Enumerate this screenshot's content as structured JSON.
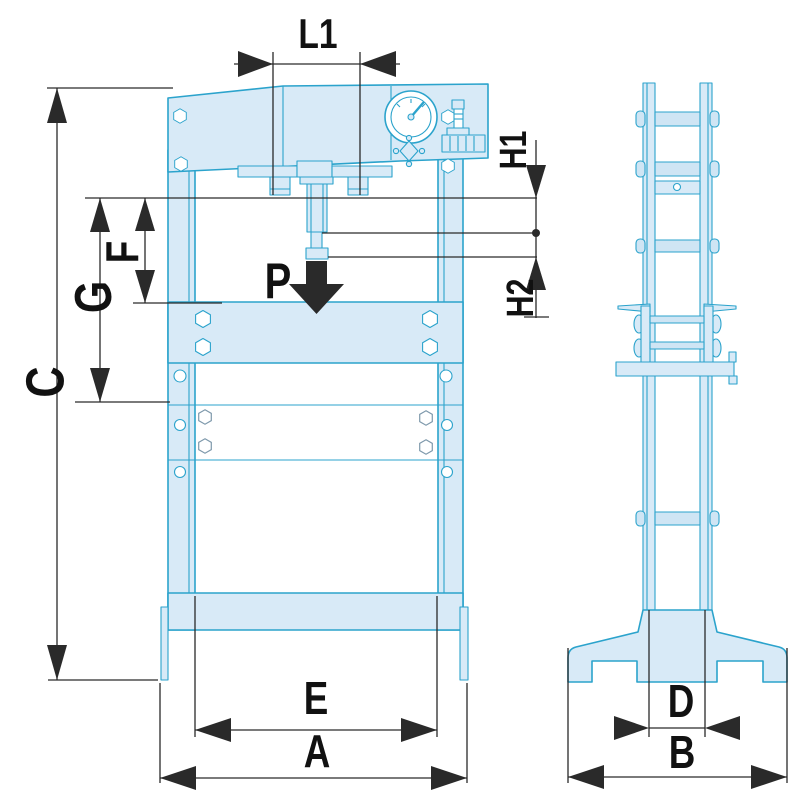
{
  "diagram": {
    "dimension_labels": {
      "l1": "L1",
      "h1": "H1",
      "h2": "H2",
      "f": "F",
      "g": "G",
      "c": "C",
      "p": "P",
      "e": "E",
      "a": "A",
      "d": "D",
      "b": "B"
    },
    "colors": {
      "line": "#2ba3cc",
      "fill_light": "#d8eaf7",
      "fill_mid": "#cfe5f4",
      "dimension_line": "#2a2a2a",
      "label_color": "#111111",
      "background": "#ffffff"
    }
  }
}
